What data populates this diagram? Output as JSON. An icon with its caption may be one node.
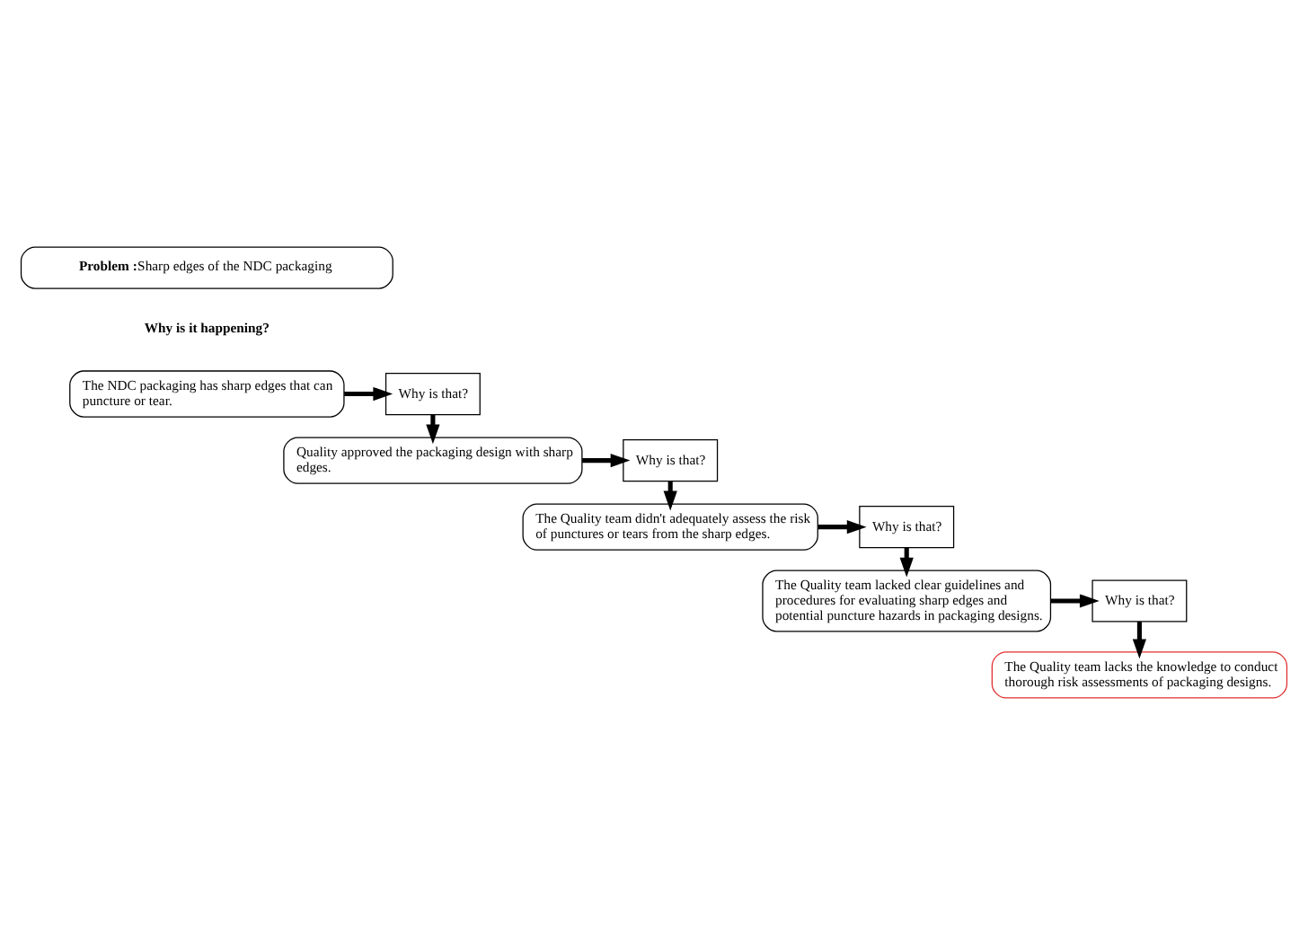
{
  "diagram": {
    "nodes": [
      {
        "text": [
          "Problem :",
          "Sharp edges of the NDC packaging"
        ]
      },
      {
        "text": [
          "The NDC packaging has sharp edges that can puncture or tear."
        ]
      },
      {
        "text": [
          "Why is that?"
        ]
      },
      {
        "text": [
          "Quality approved the packaging design with sharp edges."
        ]
      },
      {
        "text": [
          "Why is that?"
        ]
      },
      {
        "text": [
          "The Quality team didn't adequately assess the risk of punctures or tears from the sharp edges."
        ]
      },
      {
        "text": [
          "Why is that?"
        ]
      },
      {
        "text": [
          "The Quality team lacked clear guidelines and procedures for evaluating sharp edges and potential puncture hazards in packaging designs."
        ]
      },
      {
        "text": [
          "Why is that?"
        ]
      },
      {
        "text": [
          "The Quality team lacks the knowledge to conduct thorough risk assessments of packaging designs."
        ]
      }
    ],
    "edges": [
      {
        "from": 1,
        "to": 2,
        "arrow": "to"
      },
      {
        "from": 2,
        "to": 3,
        "arrow": "to"
      },
      {
        "from": 3,
        "to": 4,
        "arrow": "to"
      },
      {
        "from": 4,
        "to": 5,
        "arrow": "to"
      },
      {
        "from": 5,
        "to": 6,
        "arrow": "to"
      },
      {
        "from": 6,
        "to": 7,
        "arrow": "to"
      },
      {
        "from": 7,
        "to": 8,
        "arrow": "to"
      },
      {
        "from": 8,
        "to": 9,
        "arrow": "to"
      }
    ],
    "labels": [
      "Why is it happening?"
    ]
  }
}
